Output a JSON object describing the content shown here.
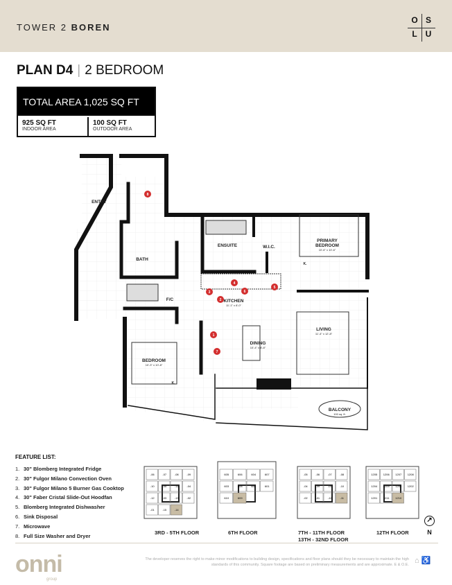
{
  "header": {
    "tower": "TOWER 2",
    "building": "BOREN",
    "logo_letters": [
      "O",
      "S",
      "L",
      "U"
    ]
  },
  "plan": {
    "name": "PLAN D4",
    "type": "2 BEDROOM"
  },
  "area": {
    "total": "TOTAL AREA 1,025 SQ FT",
    "indoor_value": "925 SQ FT",
    "indoor_label": "INDOOR AREA",
    "outdoor_value": "100 SQ FT",
    "outdoor_label": "OUTDOOR AREA"
  },
  "rooms": {
    "entry": "ENTRY",
    "bath": "BATH",
    "fc": "F/C",
    "ensuite": "ENSUITE",
    "wic": "W.I.C.",
    "primary": "PRIMARY",
    "primary2": "BEDROOM",
    "primary_dim": "10'-6\" x 10'-6\"",
    "kitchen": "KITCHEN",
    "kitchen_dim": "11'-1\" x 8'-0\"",
    "living": "LIVING",
    "living_dim": "11'-4\" x 12'-8\"",
    "dining": "DINING",
    "dining_dim": "10'-4\" x 8'-8\"",
    "bedroom": "BEDROOM",
    "bedroom_dim": "10'-3\" x 10'-8\"",
    "balcony": "BALCONY",
    "balcony_dim": "100 sq. ft.",
    "k": "K."
  },
  "markers": [
    "1",
    "2",
    "3",
    "4",
    "5",
    "6",
    "7",
    "8"
  ],
  "features": {
    "title": "FEATURE LIST:",
    "items": [
      {
        "n": "1.",
        "t": "30\" Blomberg Integrated Fridge"
      },
      {
        "n": "2.",
        "t": "30\" Fulgor Milano Convection Oven"
      },
      {
        "n": "3.",
        "t": "30\" Fulgor Milano 5 Burner Gas Cooktop"
      },
      {
        "n": "4.",
        "t": "30\" Faber Cristal Slide-Out Hoodfan"
      },
      {
        "n": "5.",
        "t": "Blomberg Integrated Dishwasher"
      },
      {
        "n": "6.",
        "t": "Sink Disposal"
      },
      {
        "n": "7.",
        "t": "Microwave"
      },
      {
        "n": "8.",
        "t": "Full Size Washer and Dryer"
      }
    ]
  },
  "keyplans": [
    {
      "caption": "3RD - 5TH FLOOR",
      "units": [
        "-06",
        "-07",
        "-08",
        "-09",
        "-10",
        "-05",
        "-11",
        "-04",
        "-12",
        "-03",
        "-13",
        "-02",
        "-01",
        "-15",
        "-14"
      ],
      "highlight": "-14"
    },
    {
      "caption": "6TH FLOOR",
      "units": [
        "605",
        "606",
        "604",
        "607",
        "603",
        "608",
        "602",
        "601",
        "610",
        "609"
      ],
      "highlight": "609"
    },
    {
      "caption": "7TH - 11TH FLOOR",
      "caption2": "13TH - 32ND FLOOR",
      "units": [
        "-05",
        "-06",
        "-07",
        "-08",
        "-04",
        "-09",
        "-03",
        "-10",
        "-02",
        "-01",
        "-12",
        "-11"
      ],
      "highlight": "-11"
    },
    {
      "caption": "12TH FLOOR",
      "units": [
        "1205",
        "1206",
        "1207",
        "1208",
        "1204",
        "1209",
        "1203",
        "1202",
        "1201",
        "1211",
        "1210"
      ],
      "highlight": "1210"
    }
  ],
  "north": "N",
  "footer": {
    "brand": "onni",
    "brand_sub": "group",
    "legal": "The developer reserves the right to make minor modifications to building design, specifications and floor plans should they be necessary to maintain the high standards of this community. Square footage are based on preliminary measurements and are approximate. E & O.E."
  },
  "colors": {
    "header_bg": "#e4ddd0",
    "marker": "#d32f2f",
    "highlight": "#c8bca4"
  }
}
